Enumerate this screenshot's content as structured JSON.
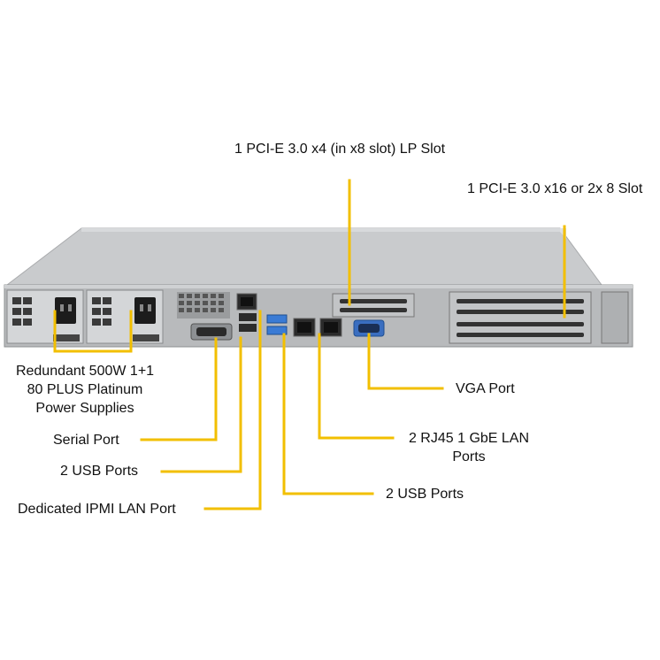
{
  "callouts": {
    "pcie_x4": "1 PCI-E 3.0 x4 (in x8 slot) LP Slot",
    "pcie_x16": "1 PCI-E 3.0 x16 or 2x 8 Slot",
    "power_supplies": [
      "Redundant  500W 1+1",
      "80 PLUS Platinum",
      "Power Supplies"
    ],
    "vga_port": "VGA Port",
    "serial_port": "Serial Port",
    "usb_ports_left": "2 USB Ports",
    "ipmi_lan": "Dedicated IPMI  LAN Port",
    "rj45_lan": [
      "2 RJ45 1 GbE LAN",
      "Ports"
    ],
    "usb_ports_right": "2 USB Ports"
  },
  "colors": {
    "callout_line": "#f2bf00",
    "chassis_top": "#c9cbcd",
    "chassis_rear": "#b8babc",
    "port_blue": "#3a7bd5"
  }
}
